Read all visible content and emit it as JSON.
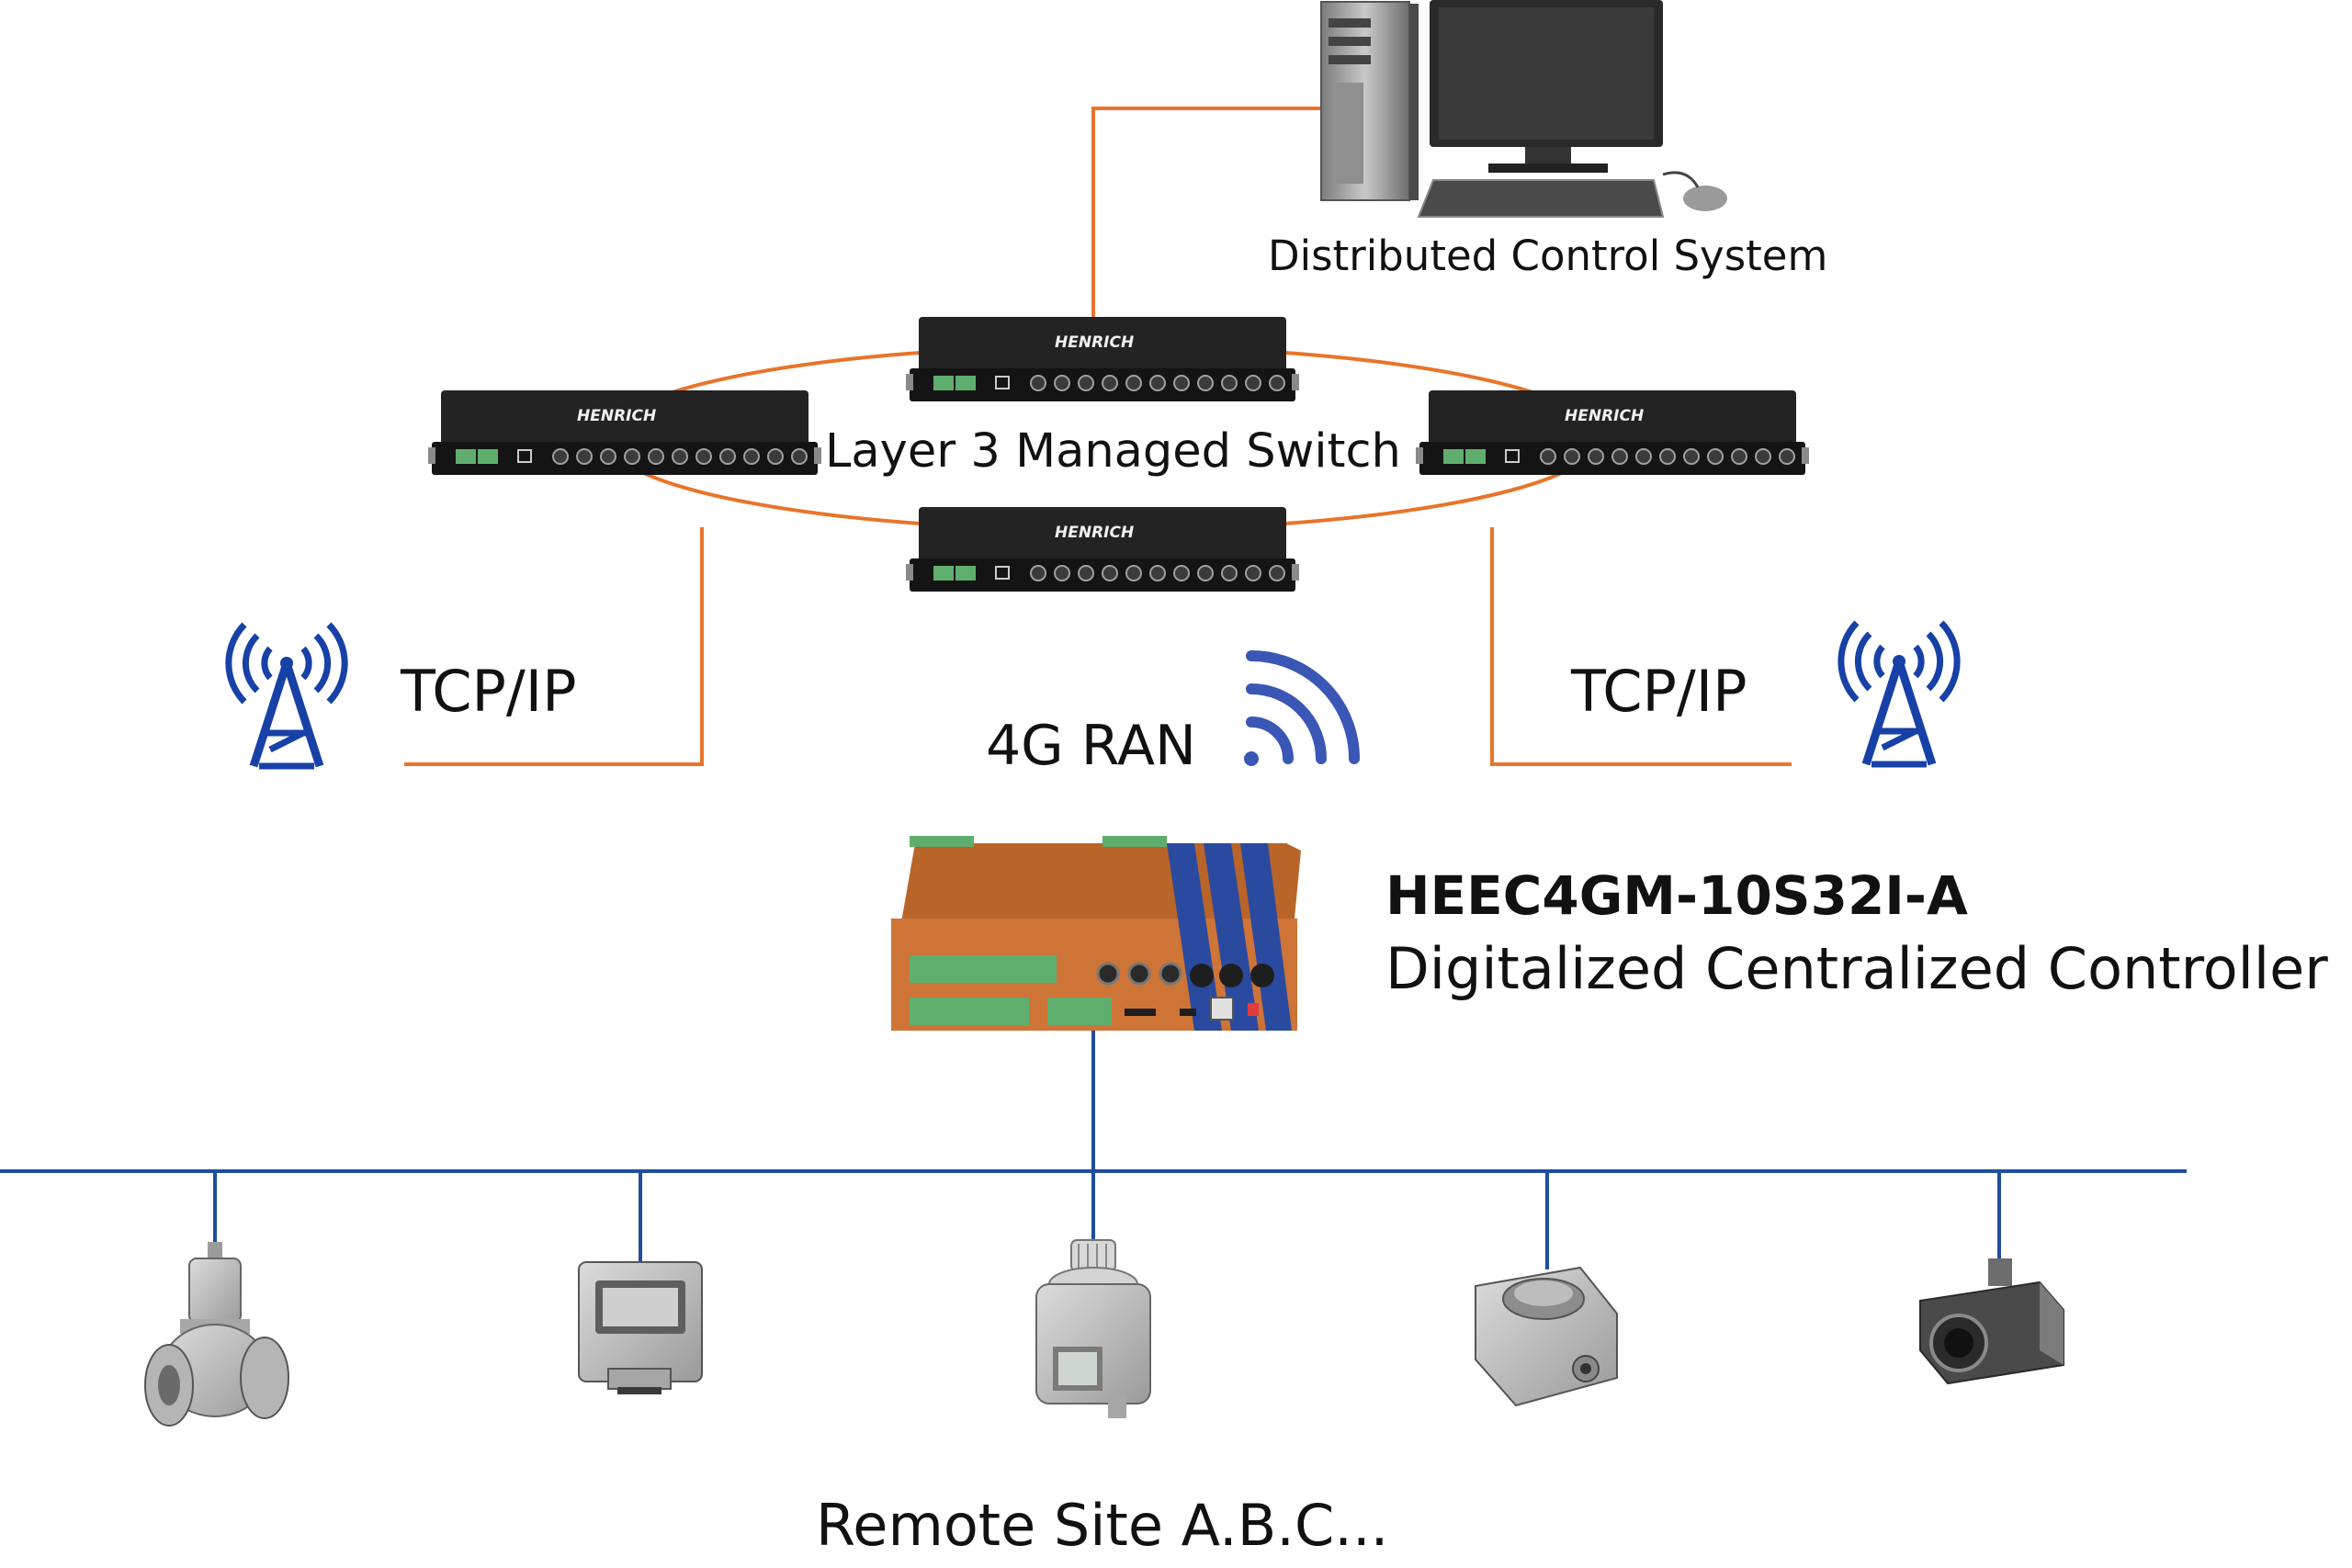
{
  "labels": {
    "dcs": "Distributed Control System",
    "switch": "Layer 3 Managed Switch",
    "tcp_left": "TCP/IP",
    "tcp_right": "TCP/IP",
    "ran": "4G RAN",
    "model": "HEEC4GM-10S32I-A",
    "controller": "Digitalized Centralized Controller",
    "remote": "Remote Site A.B.C..."
  },
  "switch_brand": "HENRICH",
  "colors": {
    "ethernet_link": "#e8742a",
    "fieldbus": "#1f4e9e",
    "antenna": "#1741a6",
    "controller_body": "#cd7436",
    "controller_stripe": "#2a4aa0",
    "switch_body": "#1e1e1e",
    "terminal_green": "#5fae6e"
  },
  "icons": [
    "desktop-computer-icon",
    "network-switch-icon",
    "radio-tower-icon",
    "wifi-signal-icon",
    "controller-device-icon",
    "valve-icon",
    "meter-icon",
    "sensor-icon",
    "junction-box-icon",
    "camera-icon"
  ]
}
